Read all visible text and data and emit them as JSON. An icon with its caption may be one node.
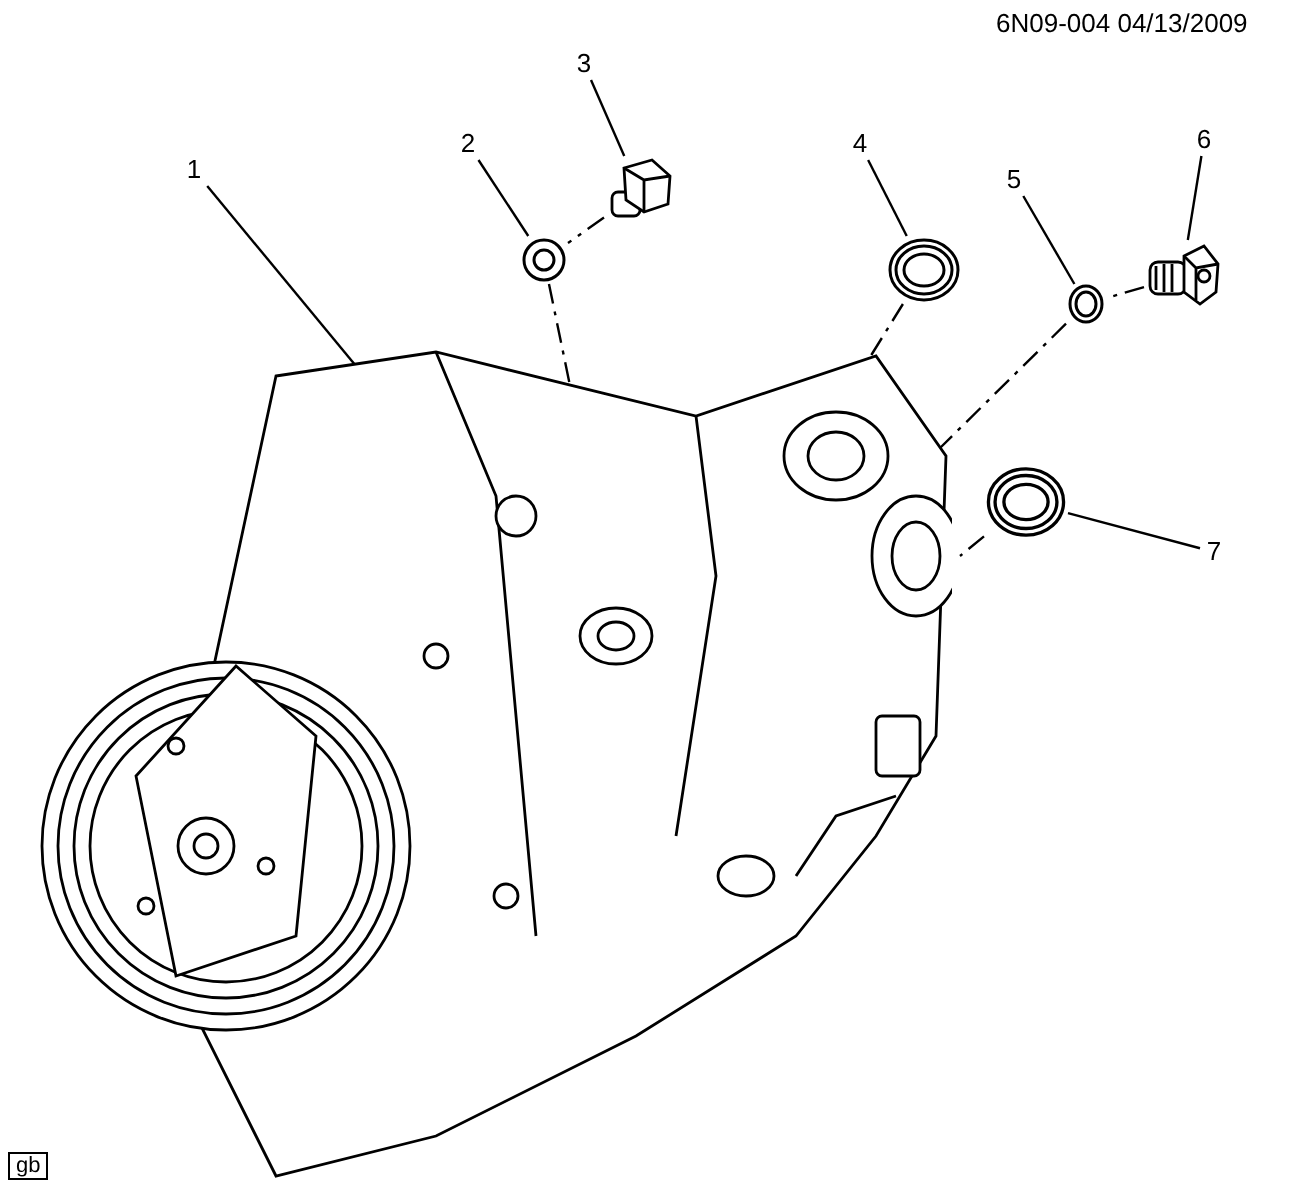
{
  "diagram": {
    "nodes": [
      {
        "text": [
          "1"
        ]
      },
      {
        "text": [
          "2"
        ]
      },
      {
        "text": [
          "3"
        ]
      },
      {
        "text": [
          "4"
        ]
      },
      {
        "text": [
          "5"
        ]
      },
      {
        "text": [
          "6"
        ]
      },
      {
        "text": [
          "7"
        ]
      },
      {
        "text": [],
        "shape": "picture"
      },
      {
        "text": [],
        "shape": "picture"
      },
      {
        "text": [],
        "shape": "picture"
      },
      {
        "text": [],
        "shape": "picture"
      },
      {
        "text": [],
        "shape": "picture"
      },
      {
        "text": [],
        "shape": "picture"
      },
      {
        "text": [],
        "shape": "picture"
      }
    ],
    "edges": [
      {
        "from": 0,
        "to": 7,
        "arrow": "none"
      },
      {
        "from": 1,
        "to": 8,
        "arrow": "none"
      },
      {
        "from": 2,
        "to": 9,
        "arrow": "none"
      },
      {
        "from": 3,
        "to": 10,
        "arrow": "none"
      },
      {
        "from": 4,
        "to": 11,
        "arrow": "none"
      },
      {
        "from": 5,
        "to": 12,
        "arrow": "none"
      },
      {
        "from": 6,
        "to": 13,
        "arrow": "none"
      },
      {
        "from": 9,
        "to": 8,
        "arrow": "none",
        "style": "dashed"
      },
      {
        "from": 8,
        "to": 7,
        "arrow": "none",
        "style": "dashed"
      },
      {
        "from": 10,
        "to": 7,
        "arrow": "none",
        "style": "dashed"
      },
      {
        "from": 12,
        "to": 11,
        "arrow": "none",
        "style": "dashed"
      },
      {
        "from": 11,
        "to": 7,
        "arrow": "none",
        "style": "dashed"
      },
      {
        "from": 13,
        "to": 7,
        "arrow": "none",
        "style": "dashed"
      }
    ],
    "labels": [
      "6N09-004 04/13/2009",
      "gb"
    ]
  }
}
